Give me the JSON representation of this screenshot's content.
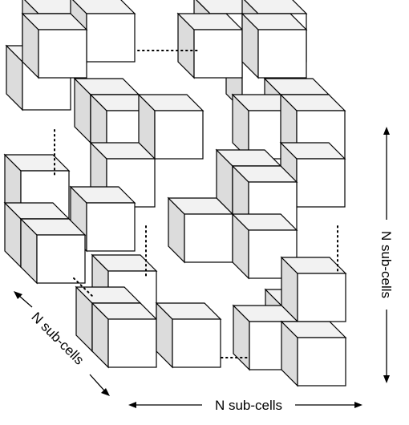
{
  "labels": {
    "horizontal": "N sub-cells",
    "vertical": "N sub-cells",
    "diagonal": "N sub-cells"
  }
}
